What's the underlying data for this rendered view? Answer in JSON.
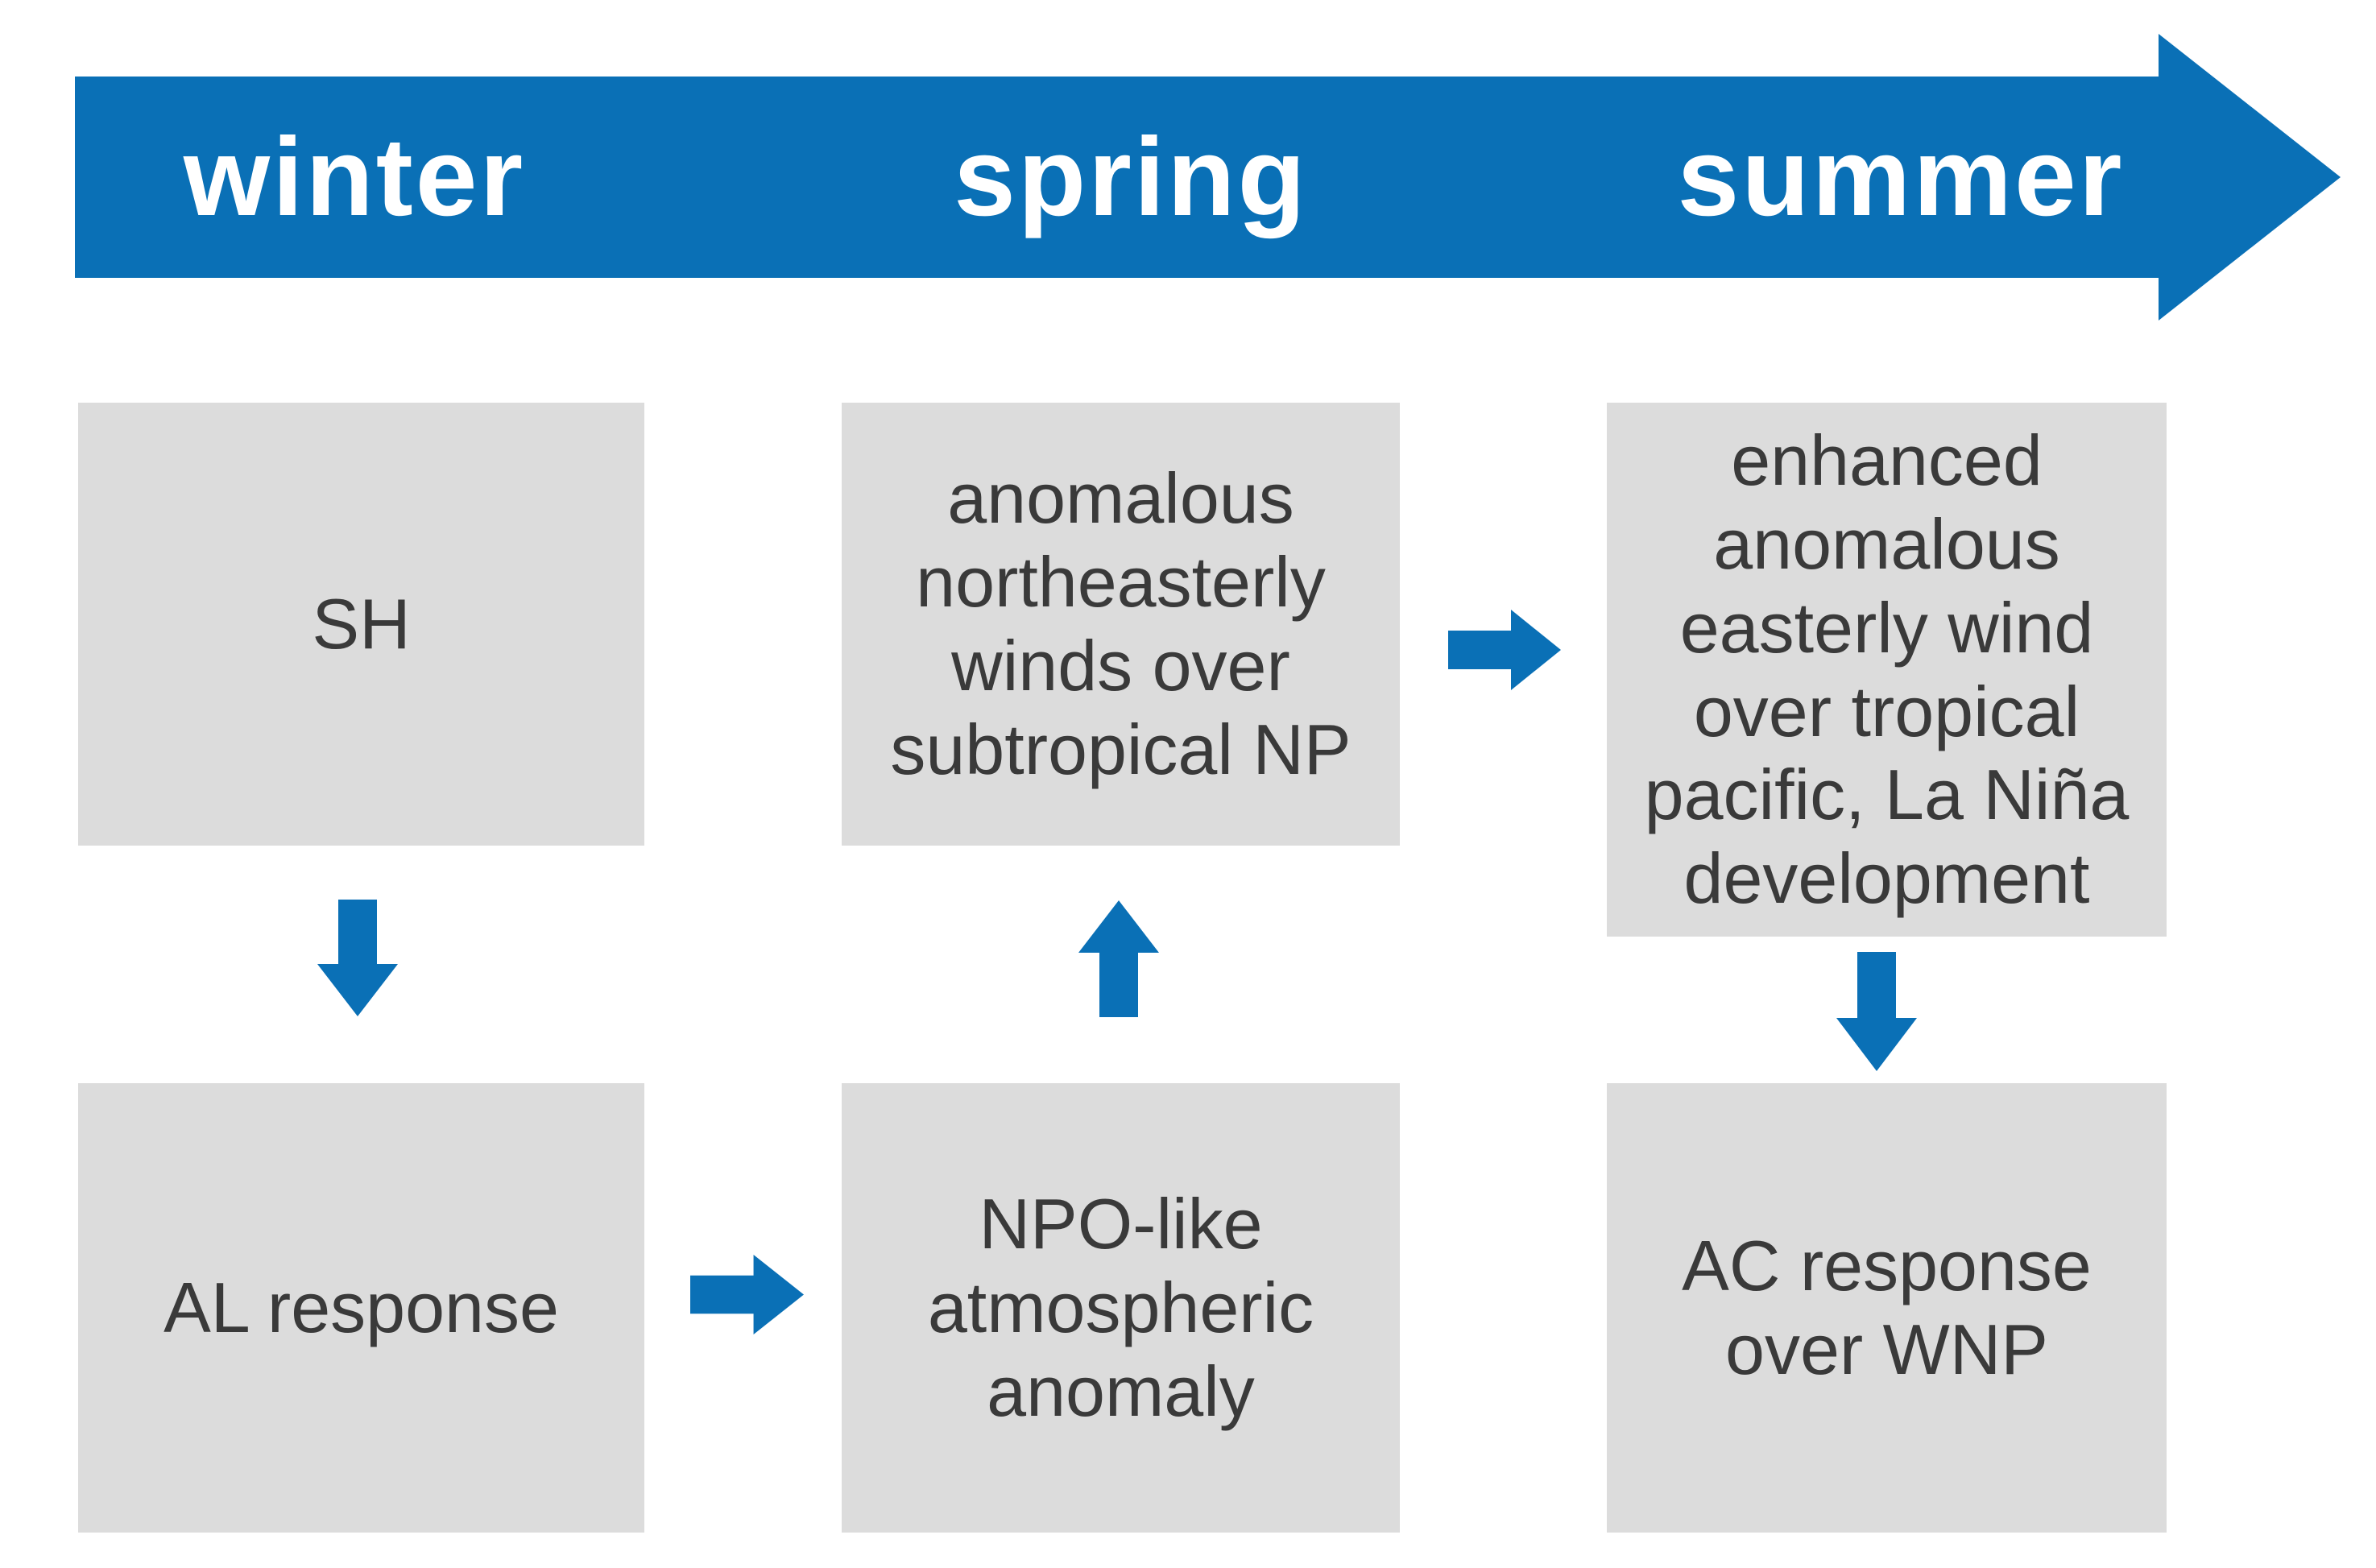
{
  "colors": {
    "accent_blue": "#0a70b6",
    "box_gray": "#dcdcdc",
    "box_text": "#3a3a3a",
    "season_text": "#ffffff"
  },
  "timeline": {
    "seasons": [
      {
        "label": "winter"
      },
      {
        "label": "spring"
      },
      {
        "label": "summer"
      }
    ]
  },
  "boxes": {
    "sh": {
      "text": "SH"
    },
    "spring_winds": {
      "text": "anomalous\nnortheasterly\nwinds over\nsubtropical NP"
    },
    "summer_wind": {
      "text": "enhanced\nanomalous\neasterly wind\nover tropical\npacific, La Niña\ndevelopment"
    },
    "al_response": {
      "text": "AL response"
    },
    "npo": {
      "text": "NPO-like\natmospheric\nanomaly"
    },
    "ac_response": {
      "text": "AC response\nover WNP"
    }
  },
  "edges": [
    {
      "from": "sh",
      "to": "al_response",
      "direction": "down"
    },
    {
      "from": "al_response",
      "to": "npo",
      "direction": "right"
    },
    {
      "from": "npo",
      "to": "spring_winds",
      "direction": "up"
    },
    {
      "from": "spring_winds",
      "to": "summer_wind",
      "direction": "right"
    },
    {
      "from": "summer_wind",
      "to": "ac_response",
      "direction": "down"
    }
  ]
}
